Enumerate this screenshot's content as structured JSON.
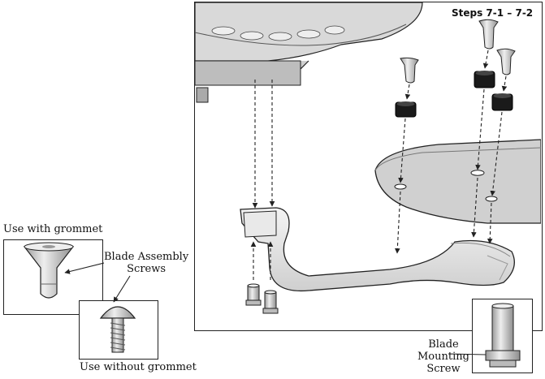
{
  "steps_title": "Steps 7-1 – 7-2",
  "labels": {
    "use_with_grommet": "Use with grommet",
    "blade_assembly_screws": "Blade Assembly\nScrews",
    "use_without_grommet": "Use without grommet",
    "blade_mounting_screw": "Blade\nMounting\nScrew"
  },
  "colors": {
    "outline": "#222222",
    "metal": "#c9c9c9",
    "grommet": "#1a1a1a",
    "blade": "#e6e6e6",
    "motor": "#d8d8d8"
  }
}
